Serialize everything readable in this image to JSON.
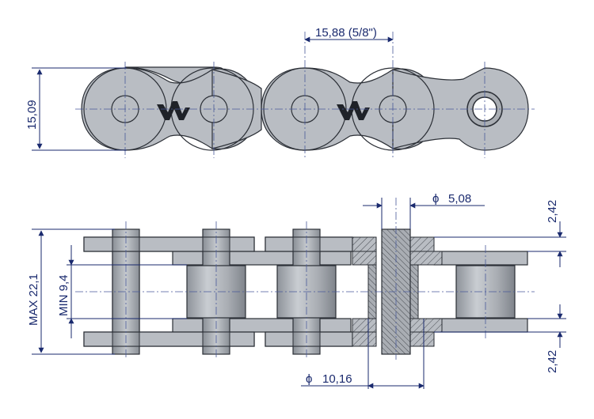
{
  "dimensions": {
    "pitch": "15,88  (5/8\")",
    "plate_height": "15,09",
    "pin_diameter": "5,08",
    "roller_diameter": "10,16",
    "overall_width": "MAX  22,1",
    "inner_width": "MIN  9,4",
    "plate_thickness_top": "2,42",
    "plate_thickness_bottom": "2,42"
  },
  "symbols": {
    "diameter": "ϕ"
  },
  "colors": {
    "steel": "#b9bdc3",
    "steel_dark": "#8e939a",
    "dimension": "#1a2a6e",
    "outline": "#2b2f36"
  }
}
